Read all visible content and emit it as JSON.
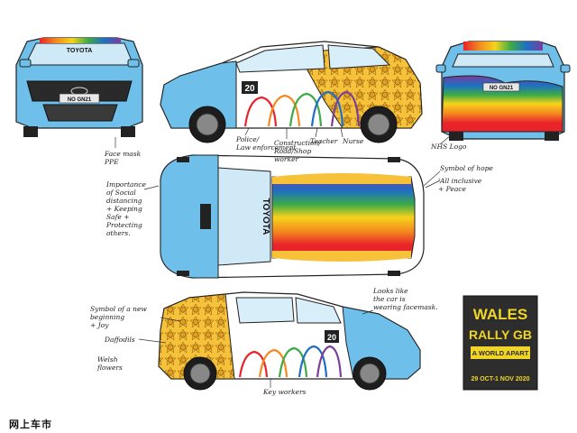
{
  "header_strip": "",
  "car_front": {
    "brand_text": "TOYOTA",
    "plate": "NO GN21"
  },
  "car_side_top": {
    "number": "20"
  },
  "car_top": {
    "brand_text": "TOYOTA"
  },
  "car_rear": {
    "plate": "NO GN21"
  },
  "car_side_bottom": {
    "number": "20"
  },
  "annotations": {
    "face_mask": "Face mask\nPPE",
    "police": "Police/\nLaw enforcement",
    "construction": "Construction/\nRoad/Shop\nworker",
    "teacher": "Teacher",
    "nurse": "Nurse",
    "nhs_logo": "NHS Logo",
    "symbol_hope": "Symbol of hope",
    "inclusive": "'All inclusive\n+ Peace",
    "distancing": "Importance\nof Social\ndistancing\n+ Keeping\nSafe +\nProtecting\nothers.",
    "new_beginning": "Symbol of a new\nbeginning\n+ Joy",
    "daffodils": "Daffodils",
    "welsh_flowers": "Welsh\nflowers",
    "key_workers": "Key workers",
    "looks_like": "Looks like\nthe car is\nwearing facemask."
  },
  "badge": {
    "line1": "WALES",
    "line2": "RALLY GB",
    "line3": "A WORLD APART",
    "dates": "29 OCT-1 NOV 2020",
    "bg_color": "#2d2d2d",
    "accent_color": "#f0d428"
  },
  "footer": {
    "site": "网上车市"
  },
  "colors": {
    "sky_blue": "#6ec0ea",
    "daffodil": "#f3b92c",
    "rainbow": [
      "#e8232a",
      "#f48a1f",
      "#f6d31b",
      "#3caa47",
      "#1e6fc4",
      "#7b3e9a"
    ]
  }
}
